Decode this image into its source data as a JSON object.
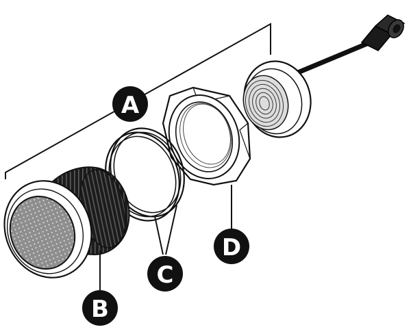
{
  "labels": {
    "a": "A",
    "b": "B",
    "c": "C",
    "d": "D"
  },
  "colors": {
    "ink": "#111111",
    "fill": "#ffffff",
    "shade": "#9a9a9a",
    "dark": "#1a1a1a"
  }
}
